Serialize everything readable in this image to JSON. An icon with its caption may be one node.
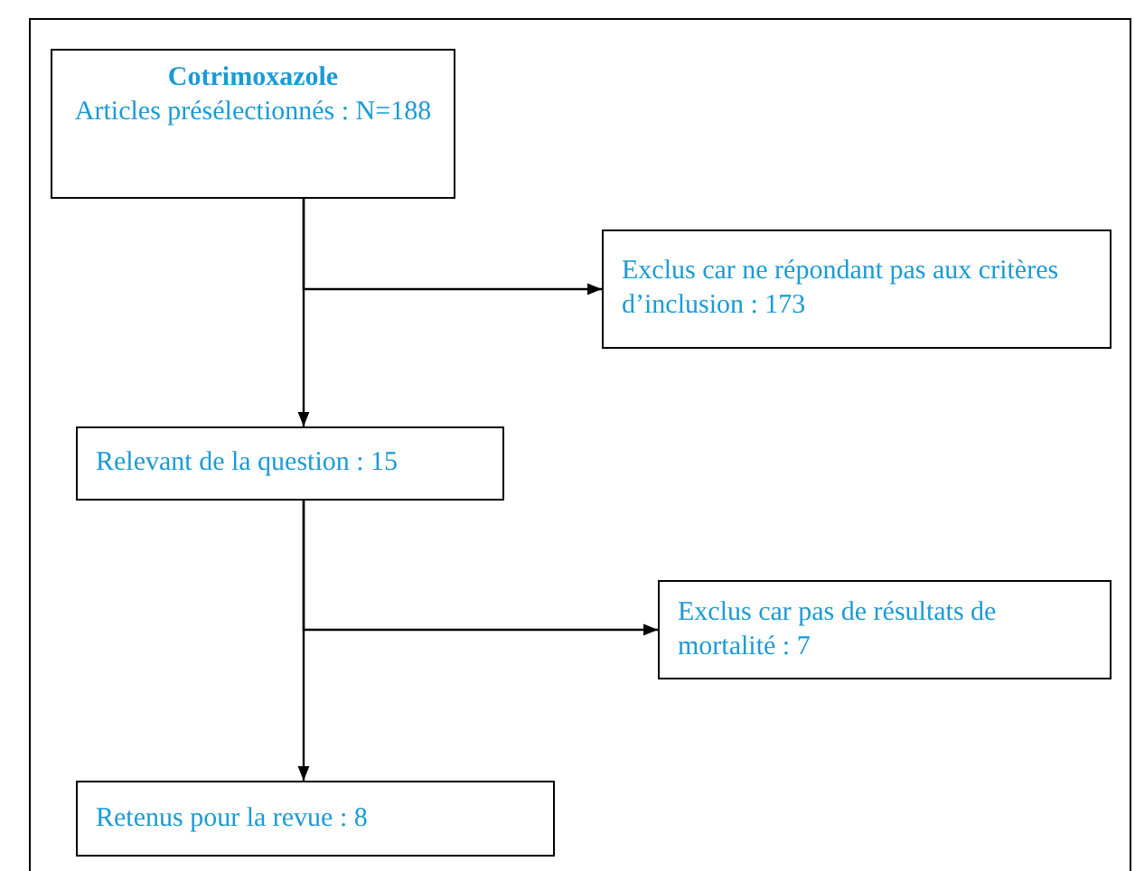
{
  "diagram": {
    "nodes": [
      {
        "text": [
          "Cotrimoxazole",
          "Articles présélectionnés : N=188"
        ]
      },
      {
        "text": [
          "Exclus car ne répondant pas aux critères d’inclusion : 173"
        ]
      },
      {
        "text": [
          "Relevant de la question : 15"
        ]
      },
      {
        "text": [
          "Exclus car pas de résultats de mortalité : 7"
        ]
      },
      {
        "text": [
          "Retenus pour la revue : 8"
        ]
      }
    ],
    "edges": [
      {
        "from": 0,
        "to": 1,
        "arrow": "to"
      },
      {
        "from": 0,
        "to": 2,
        "arrow": "to"
      },
      {
        "from": 2,
        "to": 3,
        "arrow": "to"
      },
      {
        "from": 2,
        "to": 4,
        "arrow": "to"
      }
    ]
  }
}
